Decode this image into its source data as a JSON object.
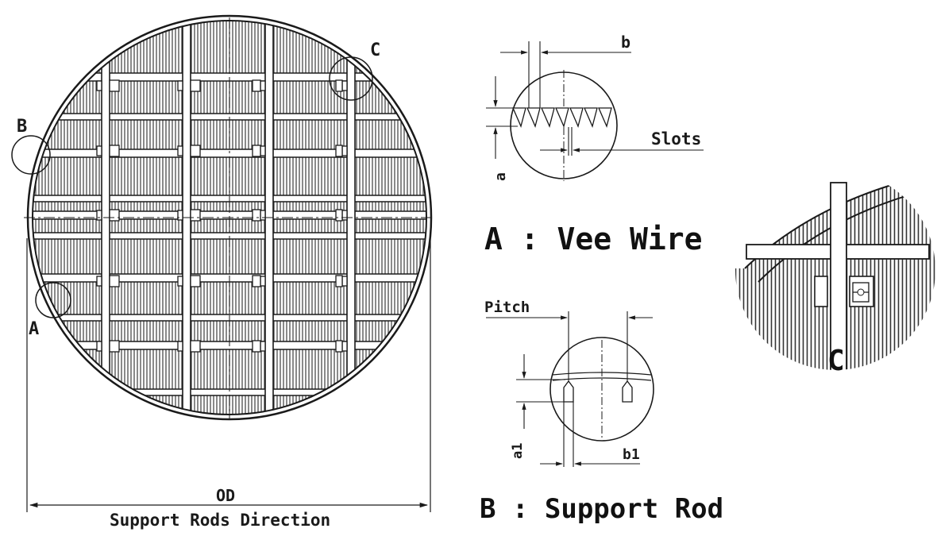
{
  "main_view": {
    "callout_a": "A",
    "callout_b": "B",
    "callout_c": "C",
    "dimension_label": "OD",
    "direction_label": "Support Rods Direction"
  },
  "detail_a": {
    "dim_b": "b",
    "dim_a": "a",
    "slots_label": "Slots",
    "title": "A : Vee Wire"
  },
  "detail_b": {
    "pitch_label": "Pitch",
    "dim_a1": "a1",
    "dim_b1": "b1",
    "title": "B : Support Rod"
  },
  "detail_c": {
    "title": "C"
  },
  "colors": {
    "line": "#1a1a1a",
    "mesh": "#555555",
    "background": "#ffffff"
  }
}
